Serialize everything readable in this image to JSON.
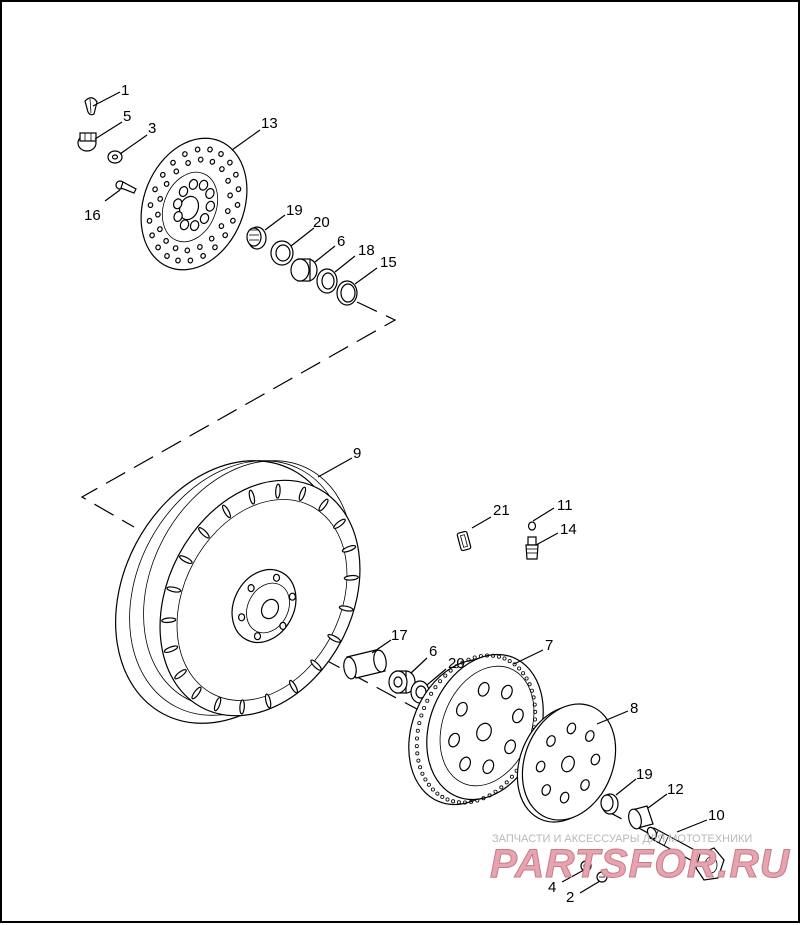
{
  "callouts": {
    "c1": "1",
    "c5": "5",
    "c3": "3",
    "c13": "13",
    "c16": "16",
    "c19a": "19",
    "c20a": "20",
    "c6a": "6",
    "c18": "18",
    "c15": "15",
    "c9": "9",
    "c21": "21",
    "c11": "11",
    "c14": "14",
    "c17": "17",
    "c6b": "6",
    "c20b": "20",
    "c7": "7",
    "c8": "8",
    "c19b": "19",
    "c12": "12",
    "c10": "10",
    "c4": "4",
    "c2": "2"
  },
  "watermark": {
    "subtitle": "ЗАПЧАСТИ И АКСЕССУАРЫ ДЛЯ МОТОТЕХНИКИ",
    "brand": "PARTSFOR.RU"
  },
  "colors": {
    "line": "#000000",
    "background": "#ffffff",
    "watermark": "#e7a3ae"
  }
}
